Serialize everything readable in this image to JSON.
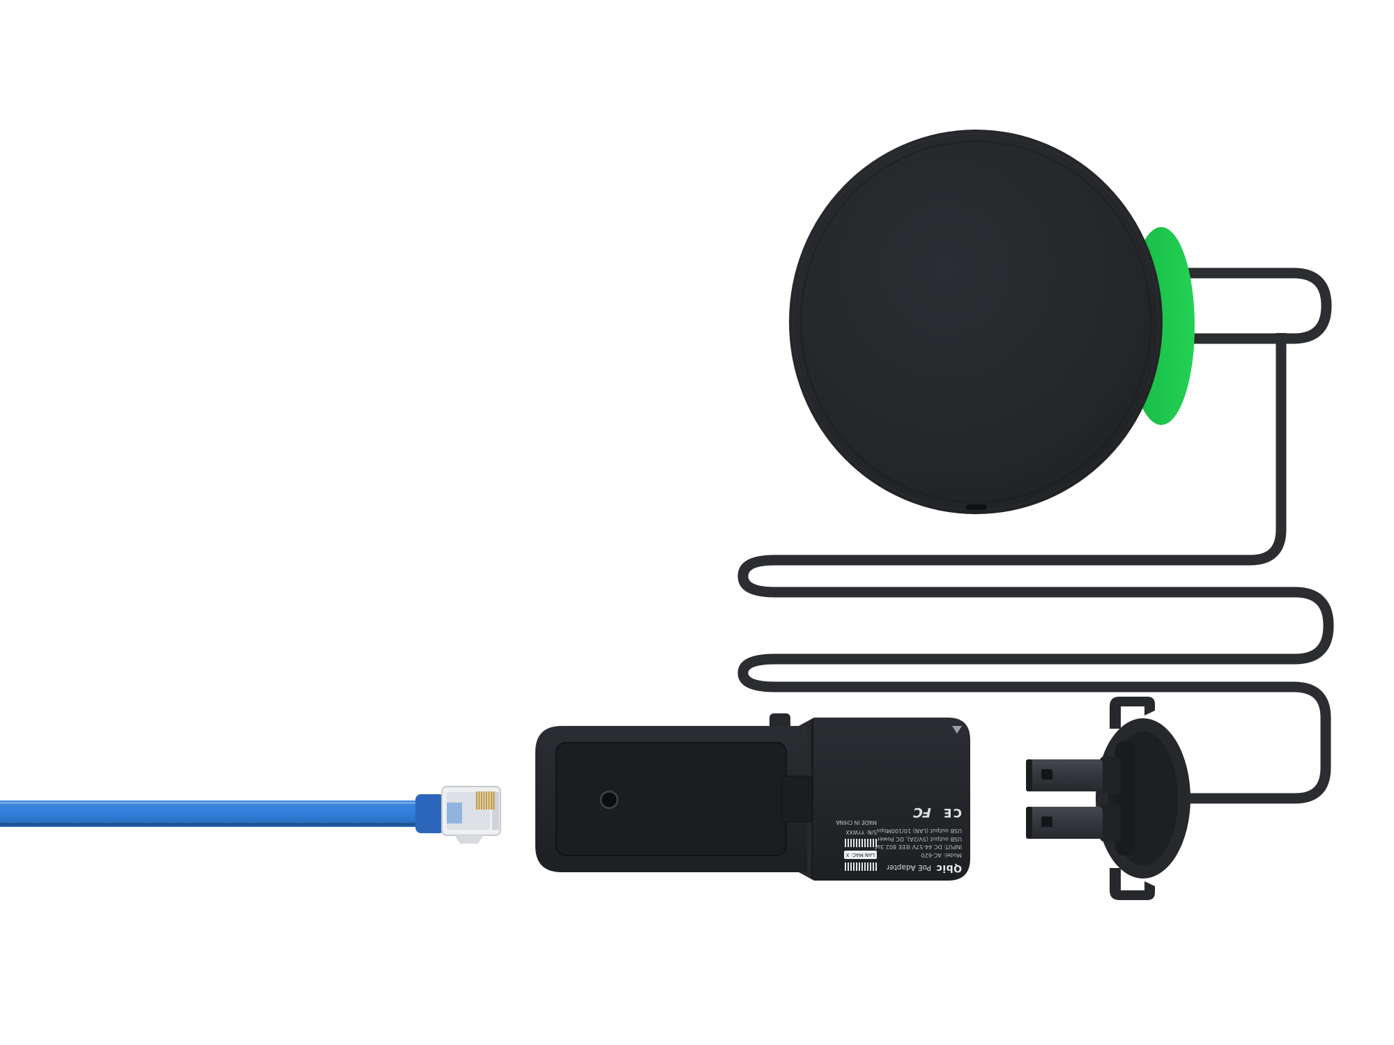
{
  "scene": {
    "background": "#ffffff"
  },
  "device_label": {
    "brand": "Qbic",
    "product": "PoE Adapter",
    "model": "Model: AC-620",
    "input_spec": "INPUT: DC 44-57V IEEE 802.3af",
    "usb_power_spec": "USB output (5V/2A), DC Power",
    "usb_lan_spec": "USB output (LAN) 10/100Mbps",
    "made_in": "MADE IN CHINA",
    "serial": "S/N: YYWXX",
    "lan_mac": "LAN MAC: X",
    "fcc_mark": "FC",
    "ce_mark": "CE"
  },
  "colors": {
    "accent_green": "#1EC653",
    "ethernet_blue": "#2F7CD8",
    "device_charcoal": "#232529",
    "cable_dark": "#2B2D31"
  }
}
